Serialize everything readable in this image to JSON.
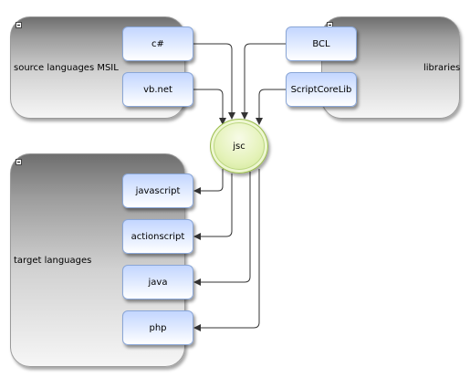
{
  "swimlanes": {
    "source": {
      "label": "source languages MSIL"
    },
    "libraries": {
      "label": "libraries"
    },
    "target": {
      "label": "target languages"
    }
  },
  "nodes": {
    "csharp": "c#",
    "vbnet": "vb.net",
    "bcl": "BCL",
    "scriptcorelib": "ScriptCoreLib",
    "javascript": "javascript",
    "actionscript": "actionscript",
    "java": "java",
    "php": "php"
  },
  "hub": {
    "label": "jsc"
  },
  "colors": {
    "node_fill": "#dde8ff",
    "node_border": "#8aa6d6",
    "hub_fill": "#e4f2b8",
    "edge": "#333333"
  },
  "icons": [
    "collapse-icon"
  ]
}
